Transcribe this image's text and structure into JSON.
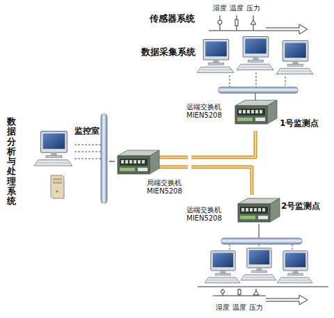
{
  "diagram": {
    "nodes": [
      {
        "text": [
          "监控室"
        ]
      },
      {
        "text": [
          "局端交换机 MIEN5208"
        ]
      },
      {
        "text": [
          "远端交换机 MIEN5208",
          "1号监测点"
        ]
      },
      {
        "text": [
          "远端交换机 MIEN5208",
          "2号监测点"
        ]
      }
    ],
    "edges": [
      {
        "from": 0,
        "to": 1,
        "arrow": "none"
      },
      {
        "from": 1,
        "to": 2,
        "arrow": "none"
      },
      {
        "from": 1,
        "to": 3,
        "arrow": "none"
      }
    ],
    "labels": [
      "传感器系统",
      "数据采集系统",
      "湿度",
      "温度",
      "压力",
      "数据分析与处理系统",
      "湿度",
      "温度",
      "压力"
    ]
  }
}
